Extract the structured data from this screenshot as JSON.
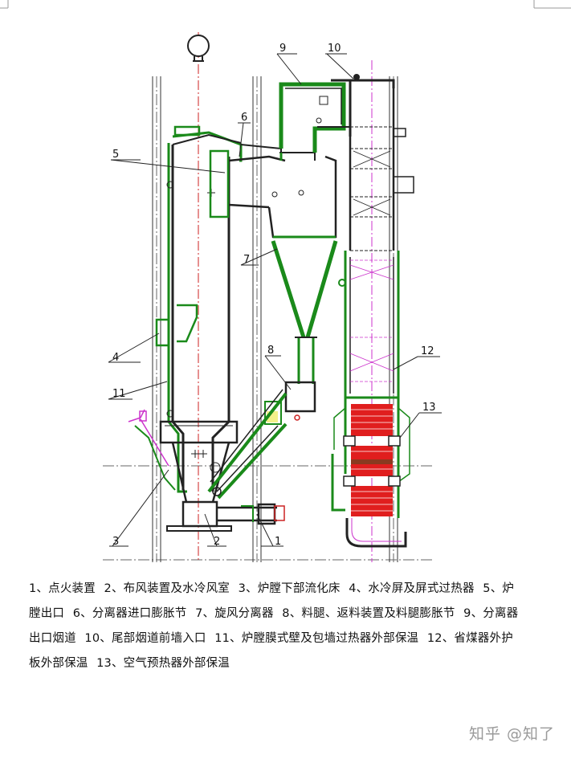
{
  "callouts": [
    "1",
    "2",
    "3",
    "4",
    "5",
    "6",
    "7",
    "8",
    "9",
    "10",
    "11",
    "12",
    "13"
  ],
  "caption": [
    "1、点火装置",
    "2、布风装置及水冷风室",
    "3、炉膛下部流化床",
    "4、水冷屏及屏式过热器",
    "5、炉膛出口",
    "6、分离器进口膨胀节",
    "7、旋风分离器",
    "8、料腿、返料装置及料腿膨胀节",
    "9、分离器出口烟道",
    "10、尾部烟道前墙入口",
    "11、炉膛膜式壁及包墙过热器外部保温",
    "12、省煤器外护板外部保温",
    "13、空气预热器外部保温"
  ],
  "watermark": "知乎 @知了",
  "colors": {
    "insulation": "#1a8a1a",
    "wall": "#222222",
    "centerline": "#cc2222",
    "aux": "#cc33cc",
    "heater": "#e01e1e"
  }
}
